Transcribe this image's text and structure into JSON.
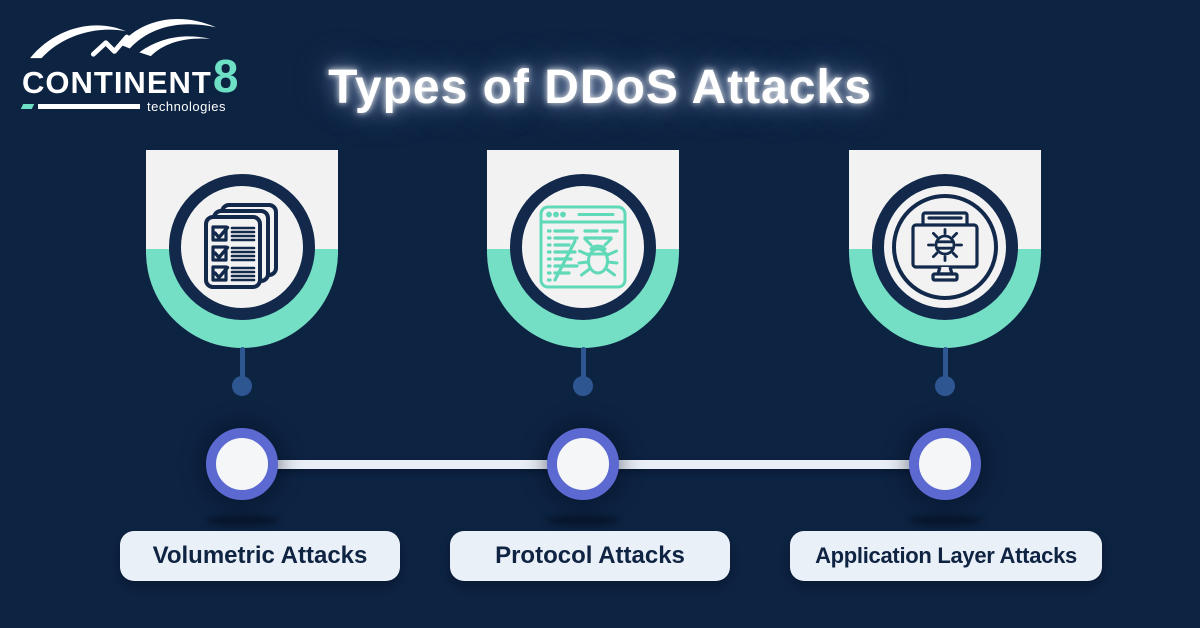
{
  "logo": {
    "brand": "CONTINENT",
    "number": "8",
    "subtitle": "technologies",
    "swoosh_icon": "bird-swoosh-icon"
  },
  "header": {
    "title": "Types of DDoS Attacks"
  },
  "stages": [
    {
      "label": "Volumetric Attacks",
      "icon": "checklist-documents-icon"
    },
    {
      "label": "Protocol Attacks",
      "icon": "browser-code-bug-icon"
    },
    {
      "label": "Application Layer Attacks",
      "icon": "monitor-bug-icon"
    }
  ],
  "colors": {
    "background": "#0d2342",
    "navy_ink": "#12294c",
    "badge_teal": "#74dfc4",
    "icon_teal": "#5fd9b8",
    "logo_teal": "#6ee0c6",
    "timeline_ring_periwinkle": "#5c69d1",
    "connector_blue": "#2e5792",
    "panel_light": "#f2f2f2",
    "chip_light": "#eaf0f8",
    "line_light": "#e9eef6"
  }
}
